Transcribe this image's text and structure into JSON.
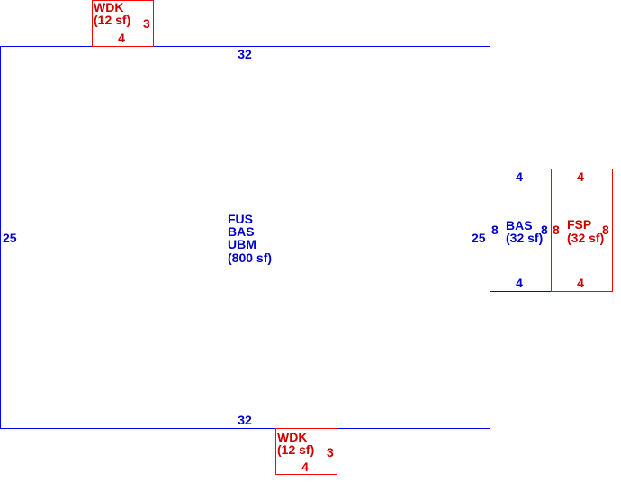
{
  "colors": {
    "living_area": "#0000ff",
    "exterior_feature": "#ff0000",
    "living_text": "#0000cc",
    "exterior_text": "#cc0000"
  },
  "main": {
    "codes": [
      "FUS",
      "BAS",
      "UBM"
    ],
    "area": "(800 sf)",
    "top_dim": "32",
    "bottom_dim": "32",
    "left_dim": "25",
    "right_dim": "25"
  },
  "wdk_top": {
    "code": "WDK",
    "area": "(12 sf)",
    "side_dim": "3",
    "bottom_dim": "4"
  },
  "wdk_bottom": {
    "code": "WDK",
    "area": "(12 sf)",
    "side_dim": "3",
    "bottom_dim": "4"
  },
  "bas_addition": {
    "code": "BAS",
    "area": "(32 sf)",
    "top_dim": "4",
    "bottom_dim": "4",
    "left_dim": "8",
    "right_dim": "8"
  },
  "fsp": {
    "code": "FSP",
    "area": "(32 sf)",
    "top_dim": "4",
    "bottom_dim": "4",
    "left_dim": "8",
    "right_dim": "8"
  }
}
